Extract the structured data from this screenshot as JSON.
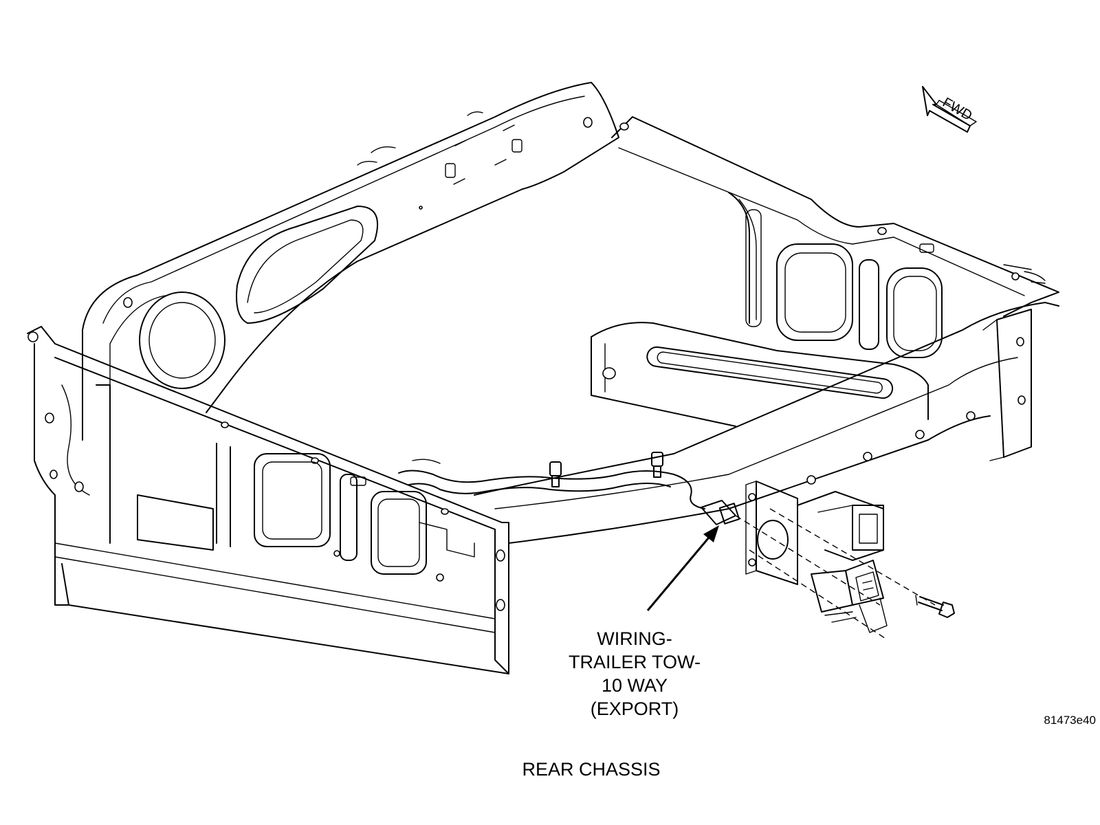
{
  "labels": {
    "fwd": "FWD",
    "callout_lines": [
      "WIRING-",
      "TRAILER TOW-",
      "10 WAY",
      "(EXPORT)"
    ],
    "figure_id": "81473e40",
    "caption": "REAR CHASSIS"
  },
  "icons": {
    "forward_arrow": "fwd-arrow-icon",
    "bolt": "bolt-icon",
    "connector": "trailer-connector-icon"
  }
}
